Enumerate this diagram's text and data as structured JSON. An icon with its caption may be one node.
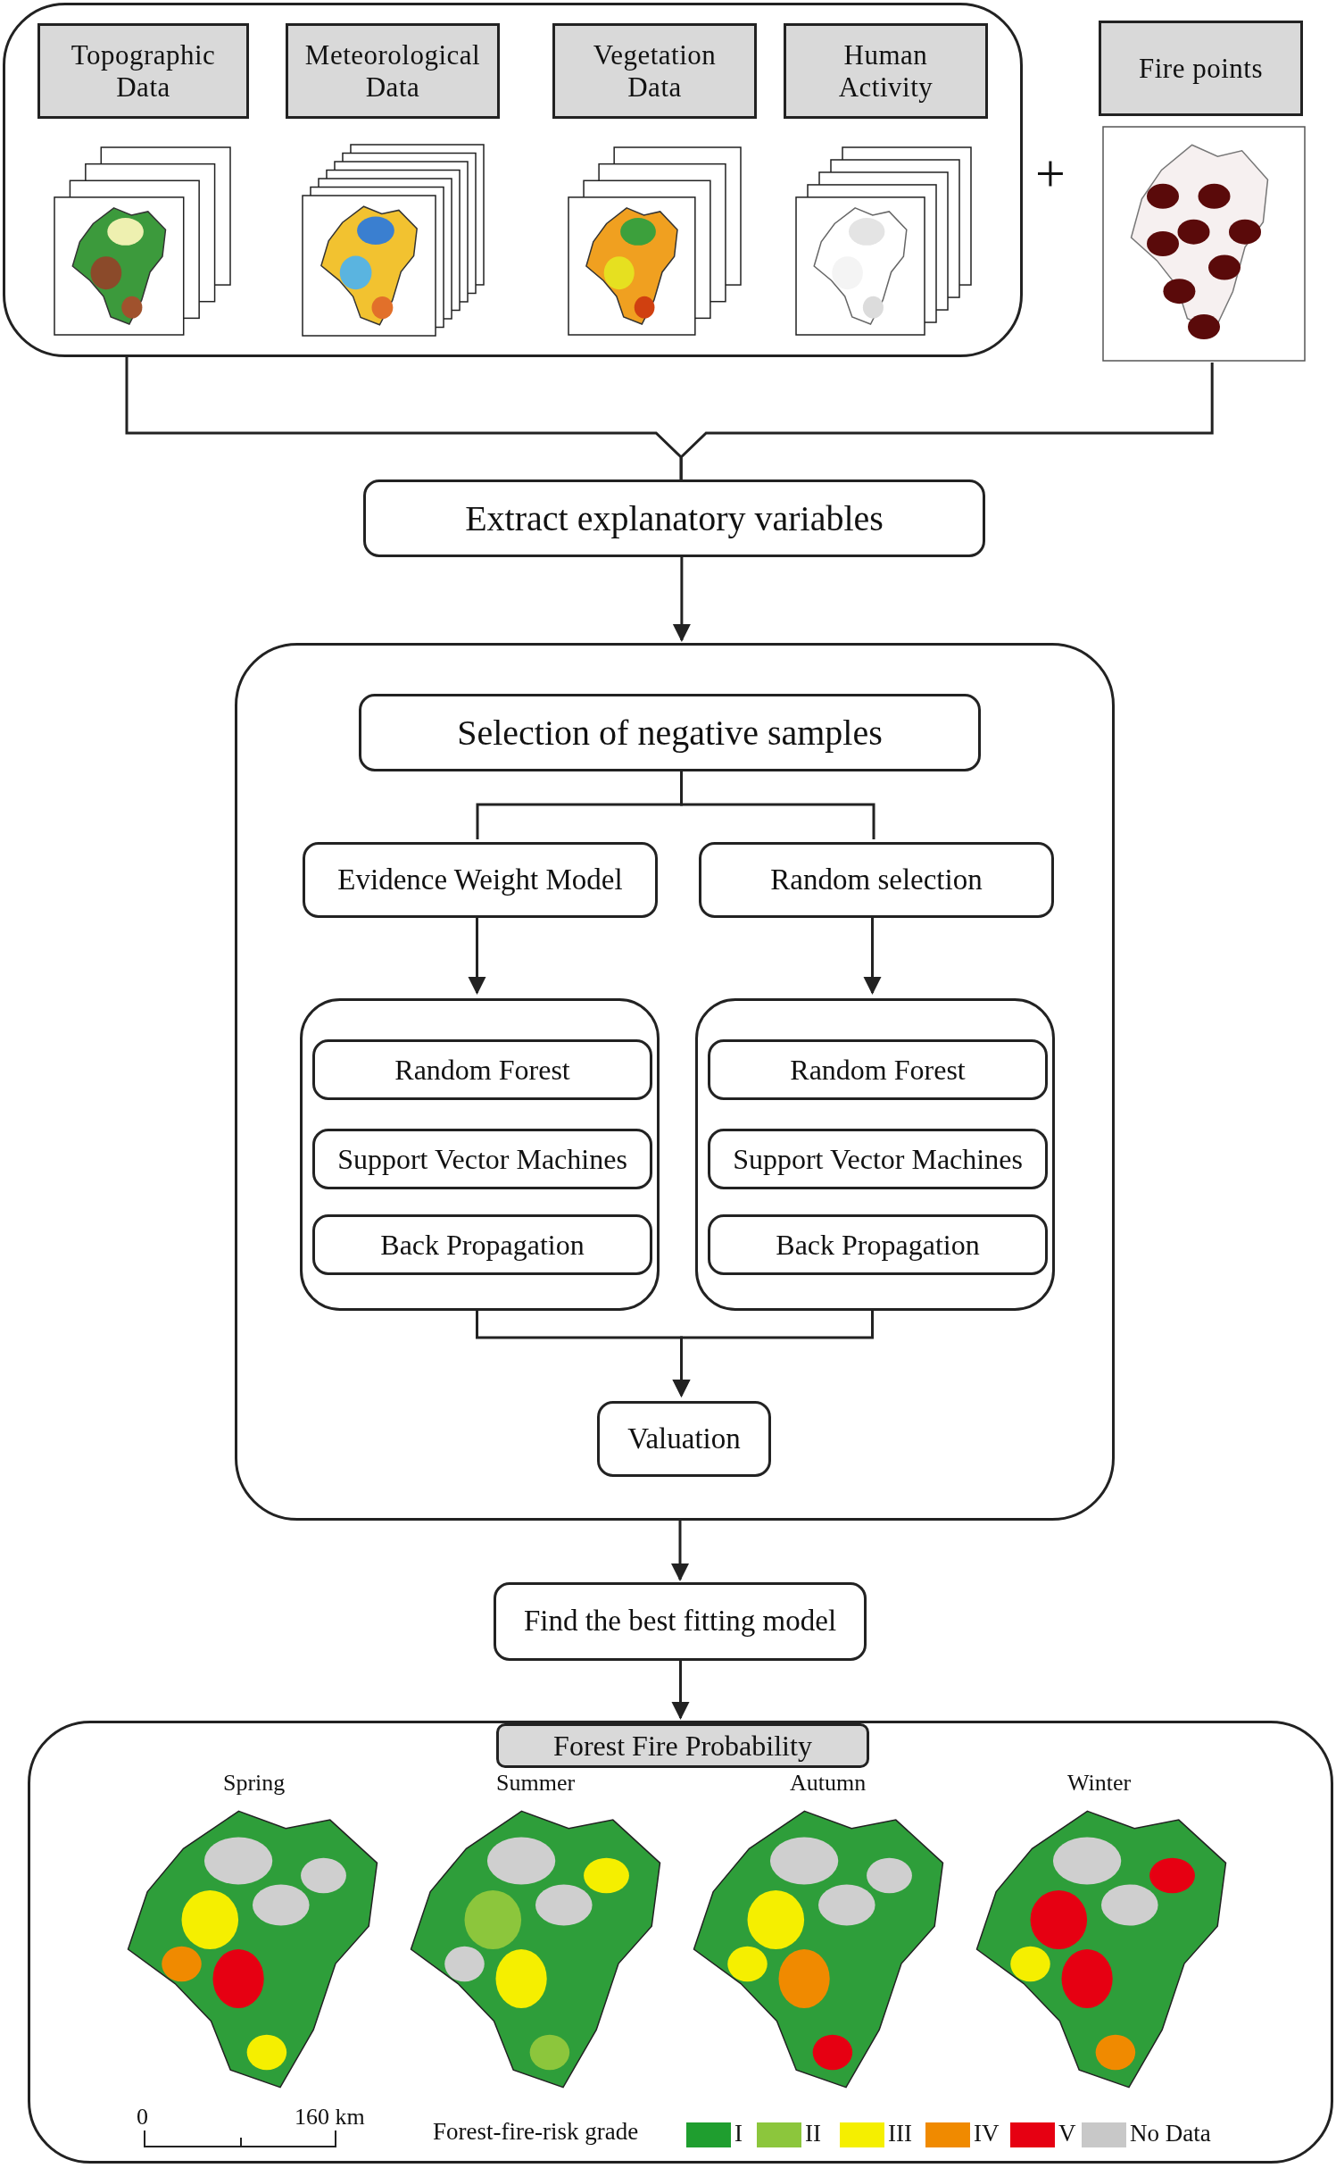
{
  "diagram": {
    "nodes": [
      {
        "text": [],
        "shape": "box"
      },
      {
        "text": [
          "Topographic Data"
        ],
        "in": 0
      },
      {
        "text": [
          "Meteorological Data"
        ],
        "in": 0
      },
      {
        "text": [
          "Vegetation Data"
        ],
        "in": 0
      },
      {
        "text": [
          "Human Activity"
        ],
        "in": 0
      },
      {
        "text": [
          "Fire points"
        ]
      },
      {
        "text": [],
        "shape": "picture"
      },
      {
        "text": [
          "Extract explanatory variables"
        ]
      },
      {
        "text": [],
        "shape": "box"
      },
      {
        "text": [
          "Selection of negative samples"
        ],
        "in": 8
      },
      {
        "text": [
          "Evidence Weight Model"
        ],
        "in": 8
      },
      {
        "text": [
          "Random selection"
        ],
        "in": 8
      },
      {
        "text": [],
        "shape": "box",
        "in": 8
      },
      {
        "text": [
          "Random Forest"
        ],
        "in": 12
      },
      {
        "text": [
          "Support Vector Machines"
        ],
        "in": 12
      },
      {
        "text": [
          "Back Propagation"
        ],
        "in": 12
      },
      {
        "text": [],
        "shape": "box",
        "in": 8
      },
      {
        "text": [
          "Random Forest"
        ],
        "in": 16
      },
      {
        "text": [
          "Support Vector Machines"
        ],
        "in": 16
      },
      {
        "text": [
          "Back Propagation"
        ],
        "in": 16
      },
      {
        "text": [
          "Valuation"
        ],
        "in": 8
      },
      {
        "text": [
          "Find the best fitting model"
        ]
      },
      {
        "text": [],
        "shape": "box"
      },
      {
        "text": [
          "Forest Fire Probability"
        ],
        "in": 22
      }
    ],
    "edges": [
      {
        "from": 0,
        "to": 7,
        "arrow": "none"
      },
      {
        "from": 6,
        "to": 7,
        "arrow": "none"
      },
      {
        "from": 7,
        "to": 8,
        "arrow": "to"
      },
      {
        "from": 9,
        "to": 10,
        "arrow": "none"
      },
      {
        "from": 9,
        "to": 11,
        "arrow": "none"
      },
      {
        "from": 10,
        "to": 12,
        "arrow": "to"
      },
      {
        "from": 11,
        "to": 16,
        "arrow": "to"
      },
      {
        "from": 12,
        "to": 20,
        "arrow": "to"
      },
      {
        "from": 16,
        "to": 20,
        "arrow": "to"
      },
      {
        "from": 8,
        "to": 21,
        "arrow": "to"
      },
      {
        "from": 21,
        "to": 22,
        "arrow": "to"
      }
    ],
    "labels": [
      "+",
      "Spring",
      "Summer",
      "Autumn",
      "Winter",
      "0",
      "160 km",
      "Forest-fire-risk grade"
    ],
    "legend": [
      {
        "text": "I",
        "color": "#1f9e2f"
      },
      {
        "text": "II",
        "color": "#8cc63c"
      },
      {
        "text": "III",
        "color": "#f5ef00"
      },
      {
        "text": "IV",
        "color": "#f08a00"
      },
      {
        "text": "V",
        "color": "#e60012"
      },
      {
        "text": "No Data",
        "color": "#c8c8c8"
      }
    ]
  }
}
